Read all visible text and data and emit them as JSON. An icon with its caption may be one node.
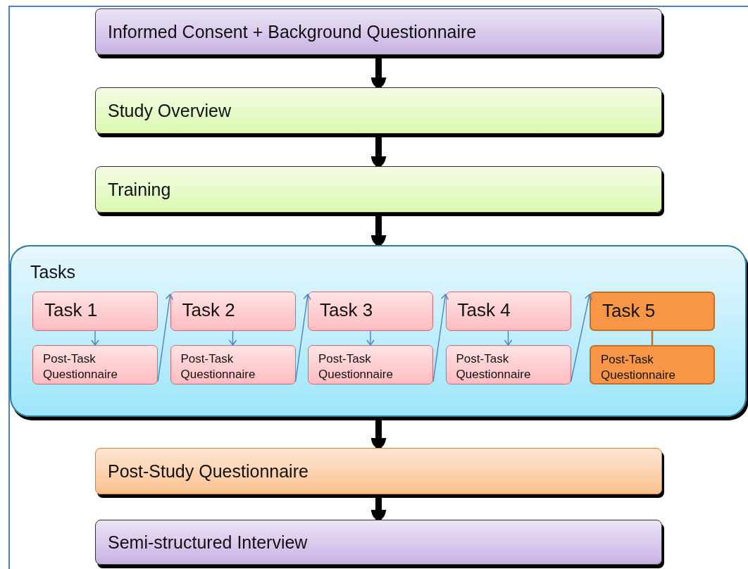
{
  "diagram": {
    "nodes": [
      {
        "text": [
          "Informed Consent + Background Questionnaire"
        ]
      },
      {
        "text": [
          "Study Overview"
        ]
      },
      {
        "text": [
          "Training"
        ]
      },
      {
        "text": [
          "Tasks"
        ]
      },
      {
        "text": [
          "Task 1"
        ],
        "in": 3
      },
      {
        "text": [
          "Post-Task Questionnaire"
        ],
        "in": 3
      },
      {
        "text": [
          "Task 2"
        ],
        "in": 3
      },
      {
        "text": [
          "Post-Task Questionnaire"
        ],
        "in": 3
      },
      {
        "text": [
          "Task 3"
        ],
        "in": 3
      },
      {
        "text": [
          "Post-Task Questionnaire"
        ],
        "in": 3
      },
      {
        "text": [
          "Task 4"
        ],
        "in": 3
      },
      {
        "text": [
          "Post-Task Questionnaire"
        ],
        "in": 3
      },
      {
        "text": [
          "Task 5"
        ],
        "in": 3
      },
      {
        "text": [
          "Post-Task Questionnaire"
        ],
        "in": 3
      },
      {
        "text": [
          "Post-Study Questionnaire"
        ]
      },
      {
        "text": [
          "Semi-structured Interview"
        ]
      }
    ],
    "edges": [
      {
        "from": 0,
        "to": 1,
        "arrow": "to",
        "style": "thick",
        "color": "#000000"
      },
      {
        "from": 1,
        "to": 2,
        "arrow": "to",
        "style": "thick",
        "color": "#000000"
      },
      {
        "from": 2,
        "to": 3,
        "arrow": "to",
        "style": "thick",
        "color": "#000000"
      },
      {
        "from": 4,
        "to": 5,
        "arrow": "to"
      },
      {
        "from": 5,
        "to": 6,
        "arrow": "to"
      },
      {
        "from": 6,
        "to": 7,
        "arrow": "to"
      },
      {
        "from": 7,
        "to": 8,
        "arrow": "to"
      },
      {
        "from": 8,
        "to": 9,
        "arrow": "to"
      },
      {
        "from": 9,
        "to": 10,
        "arrow": "to"
      },
      {
        "from": 10,
        "to": 11,
        "arrow": "to"
      },
      {
        "from": 11,
        "to": 12,
        "arrow": "to"
      },
      {
        "from": 12,
        "to": 13,
        "arrow": "none",
        "color": "#c0702a"
      },
      {
        "from": 3,
        "to": 14,
        "arrow": "to",
        "style": "thick",
        "color": "#000000"
      },
      {
        "from": 14,
        "to": 15,
        "arrow": "to",
        "style": "thick",
        "color": "#000000"
      }
    ]
  }
}
